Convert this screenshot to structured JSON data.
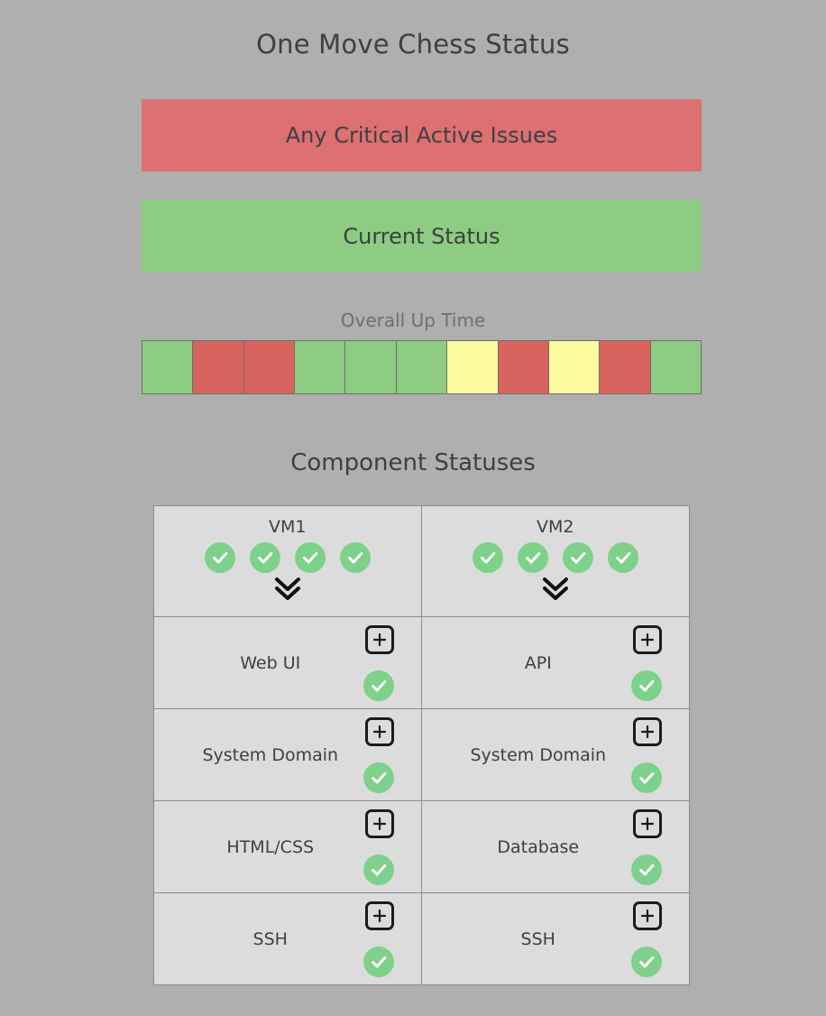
{
  "page": {
    "title": "One Move Chess Status",
    "background_color": "#AFAFAF",
    "text_color": "#3C4043"
  },
  "banners": [
    {
      "key": "critical-issues",
      "label": "Any Critical Active Issues",
      "color": "#DD7070",
      "state": "critical"
    },
    {
      "key": "current-status",
      "label": "Current Status",
      "color": "#8ECB83",
      "state": "ok"
    }
  ],
  "uptime": {
    "label": "Overall Up Time",
    "label_color": "#6F6F6F",
    "colors": {
      "green": "#8ECB83",
      "red": "#D9635F",
      "yellow": "#FAFA9E"
    },
    "segments": [
      "green",
      "red",
      "red",
      "green",
      "green",
      "green",
      "yellow",
      "red",
      "yellow",
      "red",
      "green"
    ]
  },
  "components": {
    "title": "Component Statuses",
    "cell_background": "#DCDCDC",
    "border_color": "#8A8A8A",
    "check_color": "#7ED18A",
    "vms": [
      {
        "name": "VM1",
        "check_count": 4,
        "checks": [
          "ok",
          "ok",
          "ok",
          "ok"
        ],
        "expand_icon": "chevron-double-down-icon",
        "rows": [
          {
            "name": "Web UI",
            "status": "ok",
            "expand_label": "+"
          },
          {
            "name": "System Domain",
            "status": "ok",
            "expand_label": "+"
          },
          {
            "name": "HTML/CSS",
            "status": "ok",
            "expand_label": "+"
          },
          {
            "name": "SSH",
            "status": "ok",
            "expand_label": "+"
          }
        ]
      },
      {
        "name": "VM2",
        "check_count": 4,
        "checks": [
          "ok",
          "ok",
          "ok",
          "ok"
        ],
        "expand_icon": "chevron-double-down-icon",
        "rows": [
          {
            "name": "API",
            "status": "ok",
            "expand_label": "+"
          },
          {
            "name": "System Domain",
            "status": "ok",
            "expand_label": "+"
          },
          {
            "name": "Database",
            "status": "ok",
            "expand_label": "+"
          },
          {
            "name": "SSH",
            "status": "ok",
            "expand_label": "+"
          }
        ]
      }
    ]
  }
}
